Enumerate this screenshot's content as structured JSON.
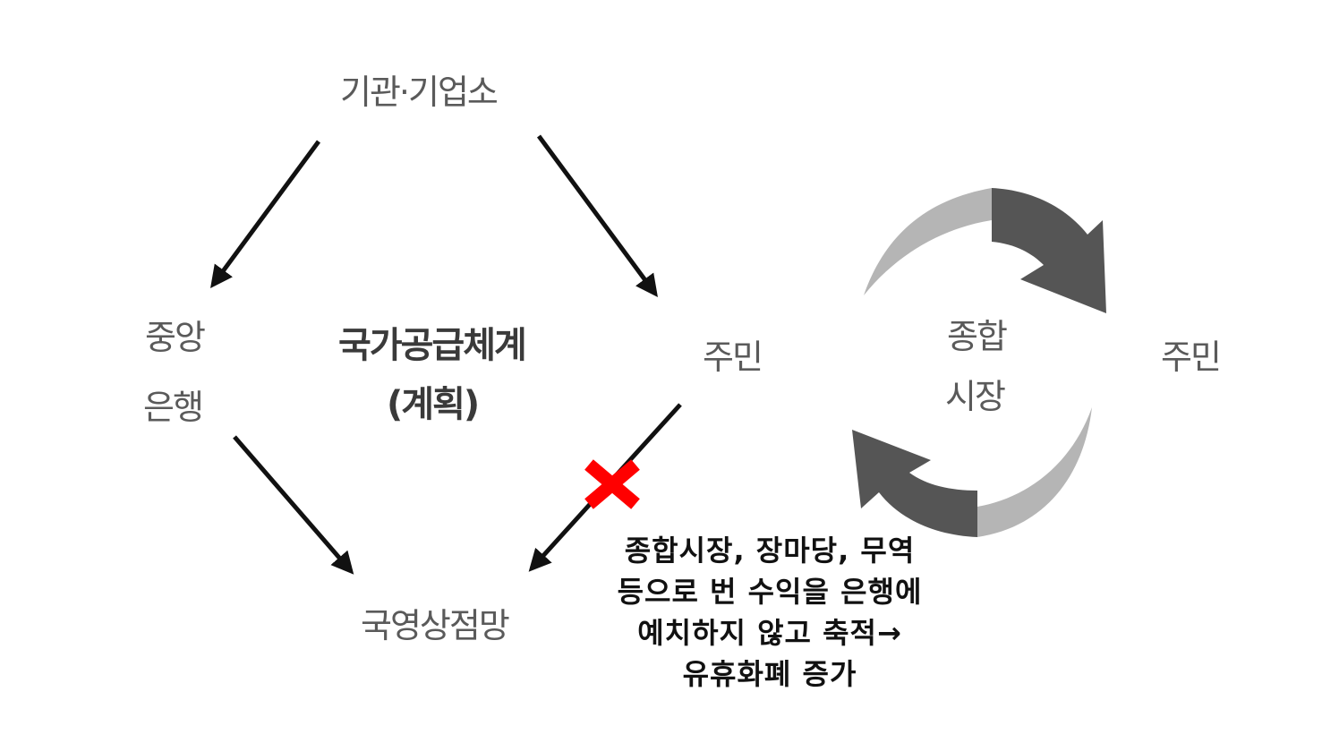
{
  "nodes": {
    "top": "기관·기업소",
    "left_line1": "중앙",
    "left_line2": "은행",
    "center_line1": "국가공급체계",
    "center_line2": "(계획)",
    "right": "주민",
    "bottom": "국영상점망",
    "cycle_center_line1": "종합",
    "cycle_center_line2": "시장",
    "far_right": "주민"
  },
  "note": {
    "line1": "종합시장, 장마당, 무역",
    "line2": "등으로 번 수익을 은행에",
    "line3": "예치하지 않고 축적→",
    "line4": "유휴화폐 증가"
  },
  "colors": {
    "blocked_mark": "#ff0000",
    "arrow": "#111111",
    "cycle_dark": "#555555",
    "cycle_light": "#b5b5b5"
  }
}
